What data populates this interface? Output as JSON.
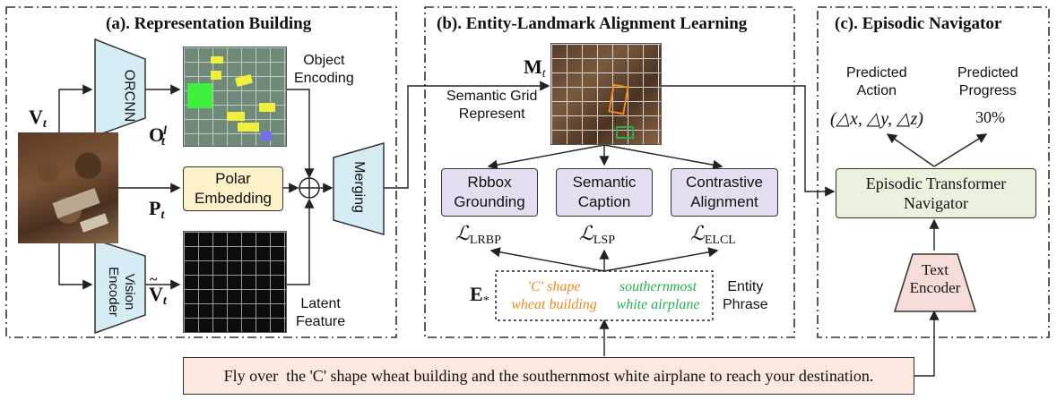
{
  "panels": {
    "a": {
      "title": "(a). Representation Building"
    },
    "b": {
      "title": "(b). Entity-Landmark Alignment Learning"
    },
    "c": {
      "title": "(c). Episodic Navigator"
    }
  },
  "panel_a": {
    "input_symbol": "V",
    "input_sub": "t",
    "orcnn_label": "ORCNN",
    "object_feature_symbol": "O",
    "object_feature_sup": "l",
    "object_feature_sub": "t",
    "object_encoding_label": "Object\nEncoding",
    "polar_symbol": "P",
    "polar_sub": "t",
    "polar_embedding_label": "Polar\nEmbedding",
    "vision_encoder_label": "Vision\nEncoder",
    "latent_symbol": "V",
    "latent_sub": "t",
    "latent_feature_label": "Latent\nFeature",
    "merging_label": "Merging",
    "sum_symbol": "⊕"
  },
  "panel_b": {
    "grid_symbol": "M",
    "grid_sub": "t",
    "semantic_grid_label": "Semantic Grid\nRepresent",
    "tasks": [
      {
        "label": "Rbbox\nGrounding",
        "loss_main": "ℒ",
        "loss_sub": "LRBP"
      },
      {
        "label": "Semantic\nCaption",
        "loss_main": "ℒ",
        "loss_sub": "LSP"
      },
      {
        "label": "Contrastive\nAlignment",
        "loss_main": "ℒ",
        "loss_sub": "ELCL"
      }
    ],
    "entity_symbol": "E",
    "entity_sub": "*",
    "entity_phrase_label": "Entity\nPhrase",
    "phrases": [
      {
        "text": "'C' shape\nwheat building",
        "color": "#f08a1c"
      },
      {
        "text": "southernmost\nwhite airplane",
        "color": "#22b14c"
      }
    ]
  },
  "panel_c": {
    "predicted_action_label": "Predicted\nAction",
    "predicted_action_value": "(△x, △y, △z)",
    "predicted_progress_label": "Predicted\nProgress",
    "predicted_progress_value": "30%",
    "navigator_label": "Episodic Transformer\nNavigator",
    "text_encoder_label": "Text\nEncoder"
  },
  "instruction": {
    "text": "Fly over  the 'C' shape wheat building and the southernmost white airplane to reach your destination."
  },
  "colors": {
    "trapezoid_blue": "#d6ecf5",
    "polar_yellow": "#fdf1c9",
    "task_purple": "#e4def0",
    "navigator_green": "#e8f2dc",
    "text_encoder_pink": "#f5dcd9",
    "instruction_bg": "#fbe9df",
    "orange": "#f08a1c",
    "green": "#22b14c"
  }
}
